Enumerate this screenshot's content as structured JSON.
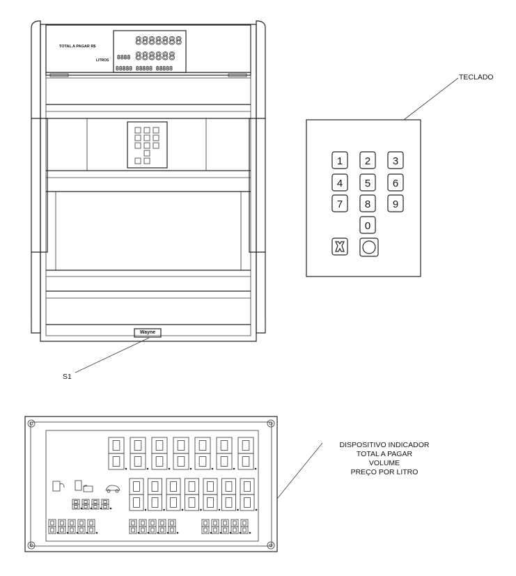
{
  "labels": {
    "teclado": "TECLADO",
    "s1": "S1",
    "indicator_lines": [
      "DISPOSITIVO INDICADOR",
      "TOTAL A PAGAR",
      "VOLUME",
      "PREÇO POR LITRO"
    ]
  },
  "pump_panel": {
    "total_label": "TOTAL A PAGAR R$",
    "litros_label": "LITROS",
    "brand": "Wayne"
  },
  "keypad": {
    "keys": [
      "1",
      "2",
      "3",
      "4",
      "5",
      "6",
      "7",
      "8",
      "9",
      "0"
    ],
    "cancel_icon": "cancel-x-icon",
    "confirm_icon": "confirm-circle-icon"
  },
  "display": {
    "digits": "8.8.8.8.8.8.8"
  }
}
